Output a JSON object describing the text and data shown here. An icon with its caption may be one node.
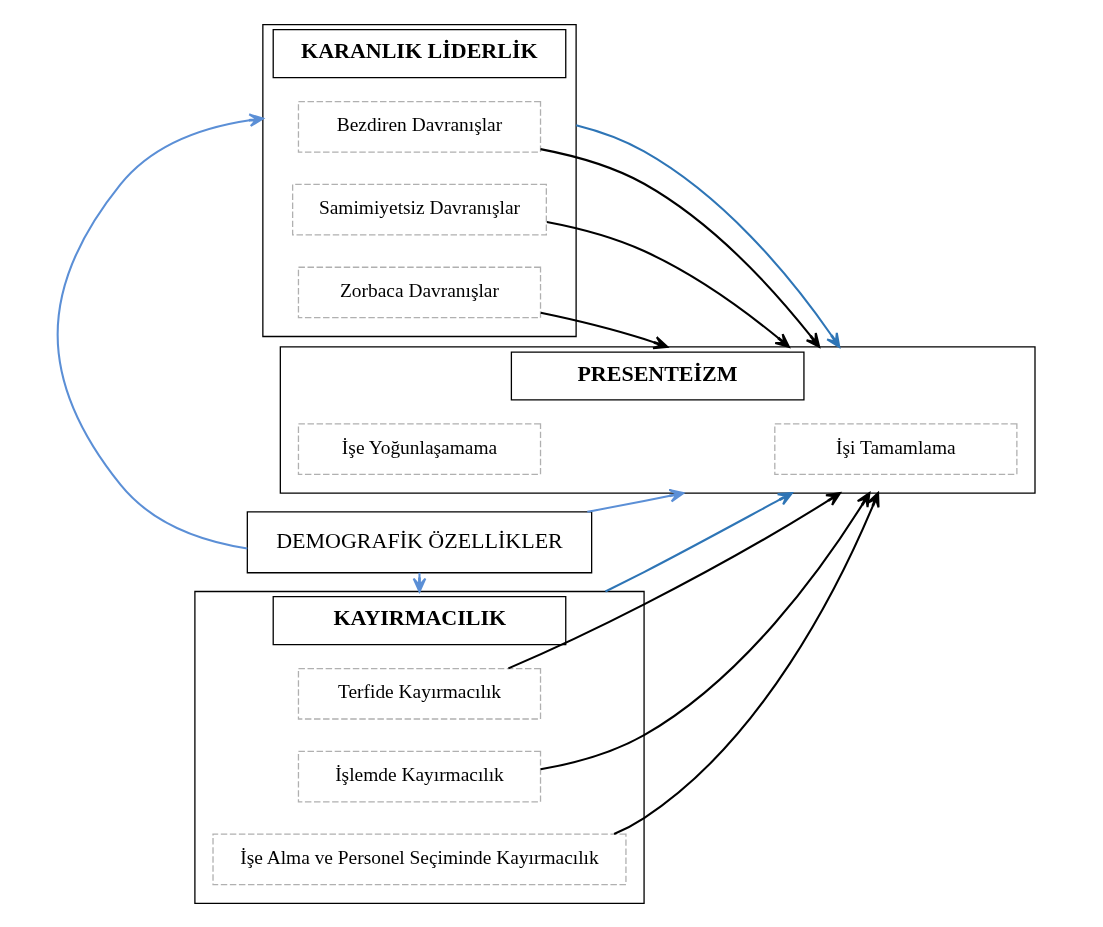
{
  "diagram": {
    "nodes": [
      {
        "text": [
          "KARANLIK LİDERLİK"
        ]
      },
      {
        "text": [
          "Bezdiren Davranışlar"
        ],
        "in": 0
      },
      {
        "text": [
          "Samimiyetsiz Davranışlar"
        ],
        "in": 0
      },
      {
        "text": [
          "Zorbaca Davranışlar"
        ],
        "in": 0
      },
      {
        "text": [
          "DEMOGRAFİK ÖZELLİKLER"
        ]
      },
      {
        "text": [
          "KAYIRMACILIK"
        ]
      },
      {
        "text": [
          "Terfide Kayırmacılık"
        ],
        "in": 5
      },
      {
        "text": [
          "İşlemde Kayırmacılık"
        ],
        "in": 5
      },
      {
        "text": [
          "İşe Alma ve Personel Seçiminde Kayırmacılık"
        ],
        "in": 5
      },
      {
        "text": [
          "PRESENTEİZM"
        ]
      },
      {
        "text": [
          "İşi Tamamlama"
        ],
        "in": 9
      },
      {
        "text": [
          "İşe Yoğunlaşamama"
        ],
        "in": 9
      }
    ],
    "edges": [
      {
        "from": 1,
        "to": 9,
        "arrow": "to"
      },
      {
        "from": 2,
        "to": 9,
        "arrow": "to"
      },
      {
        "from": 3,
        "to": 9,
        "arrow": "to"
      },
      {
        "from": 6,
        "to": 9,
        "arrow": "to"
      },
      {
        "from": 7,
        "to": 9,
        "arrow": "to"
      },
      {
        "from": 8,
        "to": 9,
        "arrow": "to"
      },
      {
        "from": 4,
        "to": 9,
        "arrow": "to",
        "color": "#5b8fd6"
      },
      {
        "from": 4,
        "to": 0,
        "arrow": "to",
        "color": "#5b8fd6"
      },
      {
        "from": 4,
        "to": 5,
        "arrow": "to",
        "color": "#5b8fd6"
      },
      {
        "from": 0,
        "to": 9,
        "arrow": "to",
        "color": "#2e75b6"
      },
      {
        "from": 5,
        "to": 9,
        "arrow": "to",
        "color": "#2e75b6"
      }
    ]
  }
}
